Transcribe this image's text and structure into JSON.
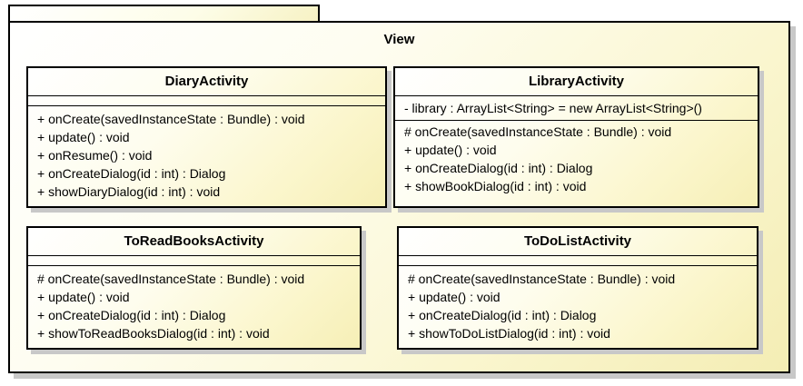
{
  "package": {
    "name": "View"
  },
  "classes": {
    "diary": {
      "name": "DiaryActivity",
      "attributes": [],
      "operations": [
        "+ onCreate(savedInstanceState : Bundle) : void",
        "+ update() : void",
        "+ onResume() : void",
        "+ onCreateDialog(id : int) : Dialog",
        "+ showDiaryDialog(id : int) : void"
      ]
    },
    "library": {
      "name": "LibraryActivity",
      "attributes": [
        "- library : ArrayList<String> = new ArrayList<String>()"
      ],
      "operations": [
        "# onCreate(savedInstanceState : Bundle) : void",
        "+ update() : void",
        "+ onCreateDialog(id : int) : Dialog",
        "+ showBookDialog(id : int) : void"
      ]
    },
    "toread": {
      "name": "ToReadBooksActivity",
      "attributes": [],
      "operations": [
        "# onCreate(savedInstanceState : Bundle) : void",
        "+ update() : void",
        "+ onCreateDialog(id : int) : Dialog",
        "+ showToReadBooksDialog(id : int) : void"
      ]
    },
    "todo": {
      "name": "ToDoListActivity",
      "attributes": [],
      "operations": [
        "# onCreate(savedInstanceState : Bundle) : void",
        "+ update() : void",
        "+ onCreateDialog(id : int) : Dialog",
        "+ showToDoListDialog(id : int) : void"
      ]
    }
  }
}
